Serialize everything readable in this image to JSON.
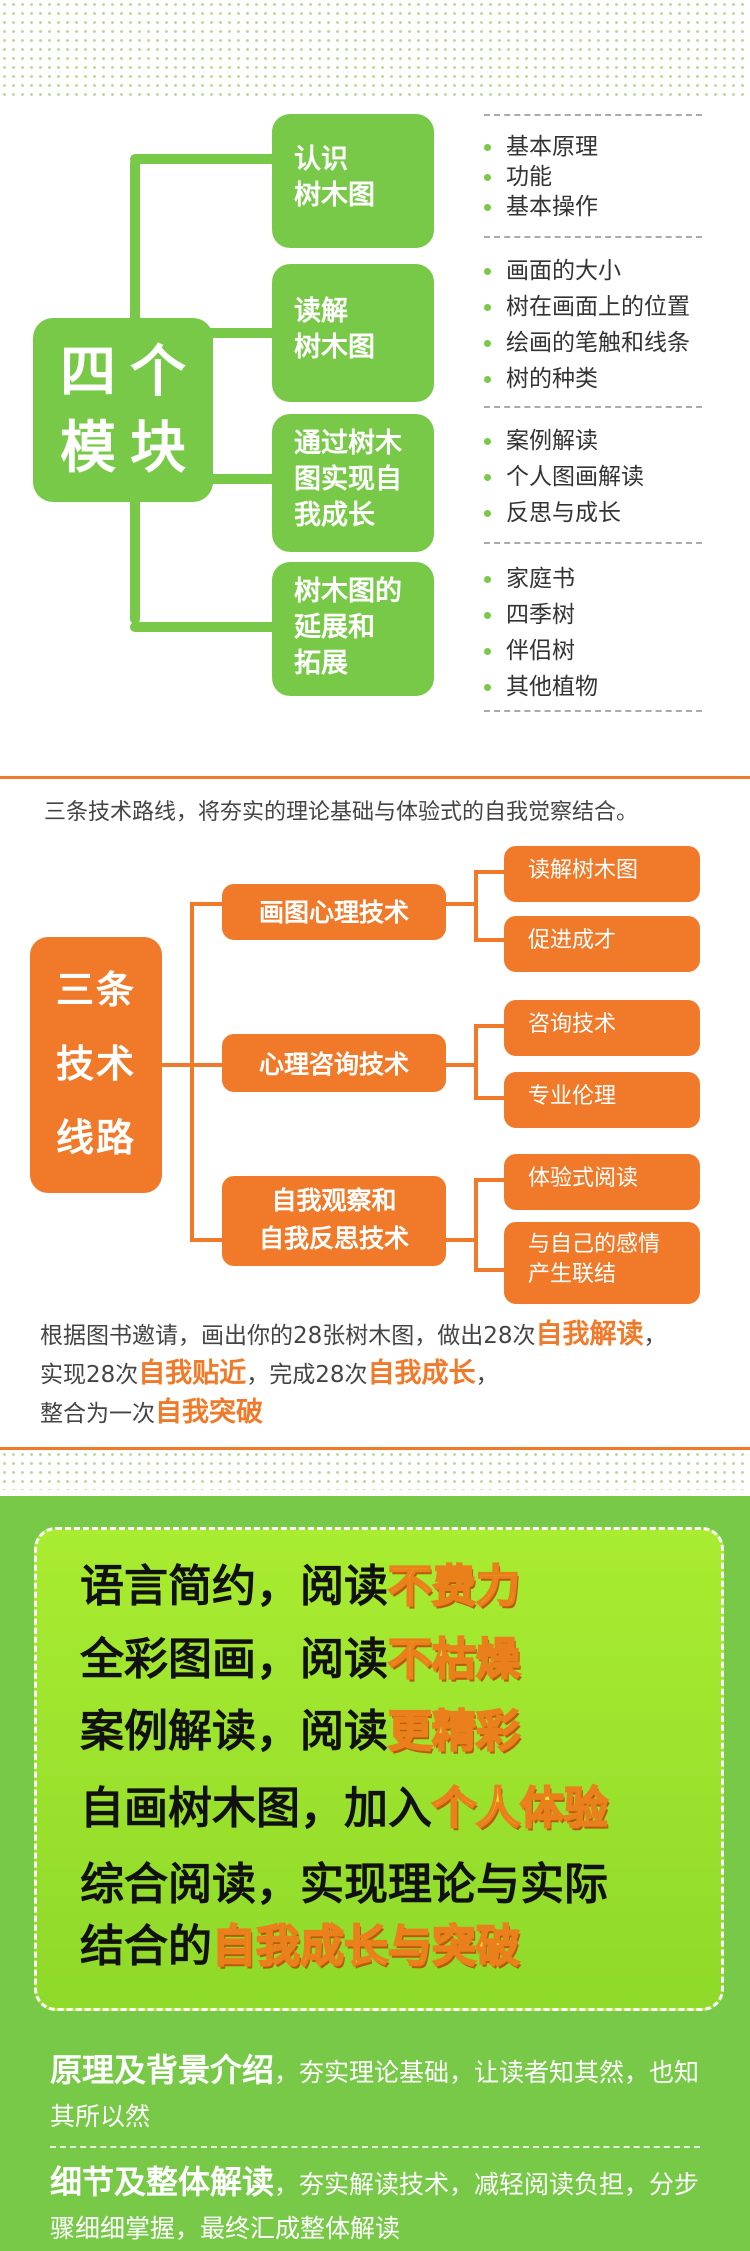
{
  "section1": {
    "title": "四个\n模块",
    "modules": [
      {
        "name": "认识\n树木图",
        "items": [
          "基本原理",
          "功能",
          "基本操作"
        ]
      },
      {
        "name": "读解\n树木图",
        "items": [
          "画面的大小",
          "树在画面上的位置",
          "绘画的笔触和线条",
          "树的种类"
        ]
      },
      {
        "name": "通过树木\n图实现自\n我成长",
        "items": [
          "案例解读",
          "个人图画解读",
          "反思与成长"
        ]
      },
      {
        "name": "树木图的\n延展和\n拓展",
        "items": [
          "家庭书",
          "四季树",
          "伴侣树",
          "其他植物"
        ]
      }
    ]
  },
  "section2": {
    "intro": "三条技术路线，将夯实的理论基础与体验式的自我觉察结合。",
    "title": "三条\n技术\n线路",
    "techs": [
      {
        "name": "画图心理技术",
        "subs": [
          "读解树木图",
          "促进成才"
        ]
      },
      {
        "name": "心理咨询技术",
        "subs": [
          "咨询技术",
          "专业伦理"
        ]
      },
      {
        "name": "自我观察和\n自我反思技术",
        "subs": [
          "体验式阅读",
          "与自己的感情\n产生联结"
        ]
      }
    ],
    "para": {
      "p1": "根据图书邀请，画出你的28张树木图，做出28次",
      "h1": "自我解读",
      "p2": "，",
      "p3": "实现28次",
      "h2": "自我贴近",
      "p4": "，完成28次",
      "h3": "自我成长",
      "p5": "，",
      "p6": "整合为一次",
      "h4": "自我突破"
    }
  },
  "section3": {
    "slogans": [
      {
        "plain": "语言简约，阅读",
        "hl": "不费力"
      },
      {
        "plain": "全彩图画，阅读",
        "hl": "不枯燥"
      },
      {
        "plain": "案例解读，阅读",
        "hl": "更精彩"
      },
      {
        "plain": "自画树木图，加入",
        "hl": "个人体验"
      },
      {
        "plain": "综合阅读，实现理论与实际",
        "hl": ""
      },
      {
        "plain": "结合的",
        "hl": "自我成长与突破"
      }
    ],
    "features": [
      {
        "title": "原理及背景介绍",
        "text": "，夯实理论基础，让读者知其然，也知其所以然"
      },
      {
        "title": "细节及整体解读",
        "text": "，夯实解读技术，减轻阅读负担，分步骤细细掌握，最终汇成整体解读"
      }
    ]
  },
  "colors": {
    "green": "#77c947",
    "orange": "#f07a2a",
    "yellow": "#ffe13a"
  }
}
